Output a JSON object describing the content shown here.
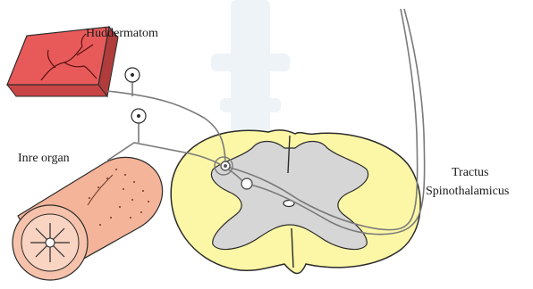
{
  "labels": {
    "skin": "Huddermatom",
    "organ": "Inre organ",
    "tract_line1": "Tractus",
    "tract_line2": "Spinothalamicus"
  },
  "colors": {
    "skin_fill": "#e85a5a",
    "skin_side": "#c94545",
    "organ_fill": "#f4b49a",
    "white_matter": "#fbf7a6",
    "gray_matter": "#d6d6d6",
    "outline": "#2b2b2b",
    "nerve": "#7a7a7a",
    "watermark": "#eef3f8"
  },
  "icons": {
    "skin_receptor": "dermatome-skin-icon",
    "organ": "visceral-organ-icon",
    "ganglion": "ganglion-cell-icon",
    "spinal_cord": "spinal-cord-cross-section-icon"
  }
}
